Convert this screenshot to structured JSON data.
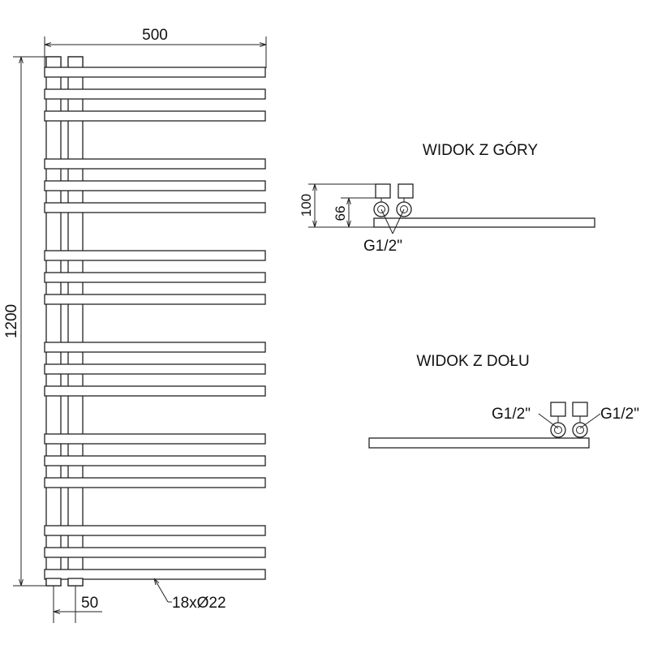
{
  "front_view": {
    "width_label": "500",
    "height_label": "1200",
    "pipe_spacing_label": "50",
    "bars_label": "18xØ22",
    "bar_count": 18
  },
  "top_view": {
    "title": "WIDOK Z GÓRY",
    "depth_label": "100",
    "pipe_axis_label": "66",
    "connection_label": "G1/2\""
  },
  "bottom_view": {
    "title": "WIDOK Z DOŁU",
    "connection_left_label": "G1/2\"",
    "connection_right_label": "G1/2\""
  }
}
